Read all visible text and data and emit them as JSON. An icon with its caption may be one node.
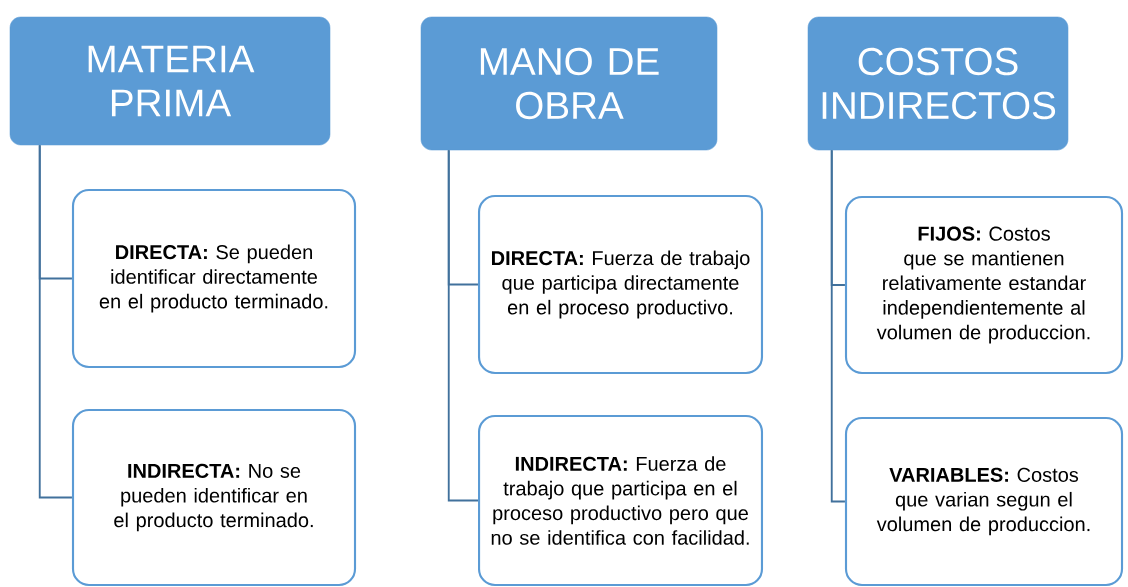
{
  "diagram": {
    "nodes": [
      {
        "text": [
          "MATERIA PRIMA"
        ]
      },
      {
        "text": [
          "**DIRECTA:** Se pueden identificar directamente en el producto terminado."
        ]
      },
      {
        "text": [
          "**INDIRECTA:** No se pueden identificar en el producto terminado."
        ]
      },
      {
        "text": [
          "MANO DE OBRA"
        ]
      },
      {
        "text": [
          "**DIRECTA:** Fuerza de trabajo que participa directamente en el proceso productivo."
        ]
      },
      {
        "text": [
          "**INDIRECTA:** Fuerza de trabajo que participa en el proceso productivo pero que no se identifica con facilidad."
        ]
      },
      {
        "text": [
          "COSTOS INDIRECTOS"
        ]
      },
      {
        "text": [
          "**FIJOS:** Costos que se mantienen relativamente estandar independientemente al volumen de produccion."
        ]
      },
      {
        "text": [
          "**VARIABLES:** Costos que varian segun el volumen de produccion."
        ]
      }
    ],
    "edges": [
      {
        "from": 0,
        "to": 1,
        "arrow": "none"
      },
      {
        "from": 0,
        "to": 2,
        "arrow": "none"
      },
      {
        "from": 3,
        "to": 4,
        "arrow": "none"
      },
      {
        "from": 3,
        "to": 5,
        "arrow": "none"
      },
      {
        "from": 6,
        "to": 7,
        "arrow": "none"
      },
      {
        "from": 6,
        "to": 8,
        "arrow": "none"
      }
    ]
  }
}
